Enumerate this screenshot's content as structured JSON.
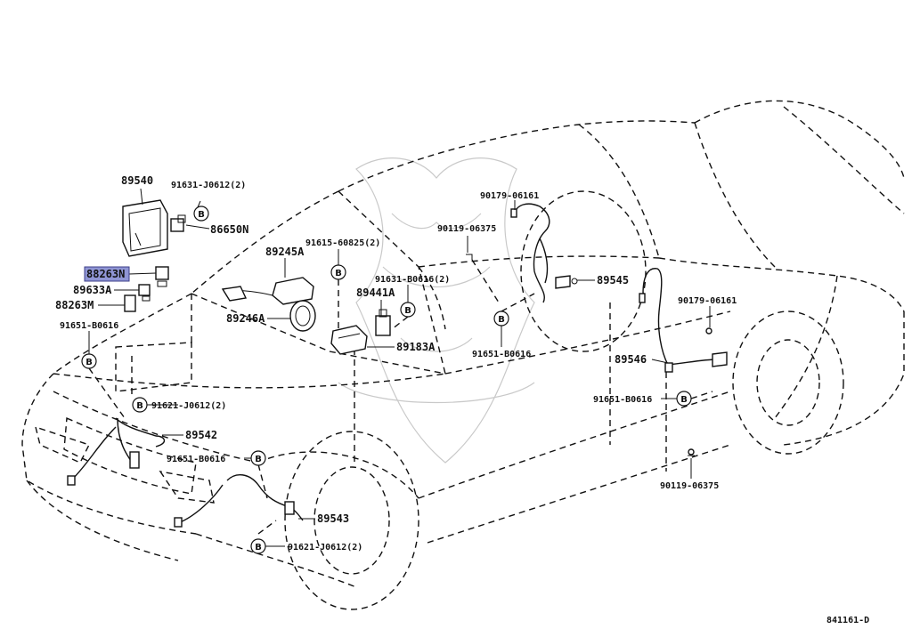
{
  "diagram": {
    "code": "841161-D",
    "highlight_color": "#8f95d4",
    "labels": [
      {
        "key": "l_89540",
        "text": "89540"
      },
      {
        "key": "l_91631_j",
        "text": "91631-J0612(2)"
      },
      {
        "key": "l_86650n",
        "text": "86650N"
      },
      {
        "key": "l_88263n",
        "text": "88263N"
      },
      {
        "key": "l_89633a",
        "text": "89633A"
      },
      {
        "key": "l_88263m",
        "text": "88263M"
      },
      {
        "key": "l_91651_a",
        "text": "91651-B0616"
      },
      {
        "key": "l_91621_a",
        "text": "91621-J0612(2)"
      },
      {
        "key": "l_89542",
        "text": "89542"
      },
      {
        "key": "l_91651_b",
        "text": "91651-B0616"
      },
      {
        "key": "l_89543",
        "text": "89543"
      },
      {
        "key": "l_91621_b",
        "text": "91621-J0612(2)"
      },
      {
        "key": "l_91615",
        "text": "91615-60825(2)"
      },
      {
        "key": "l_89245a",
        "text": "89245A"
      },
      {
        "key": "l_89246a",
        "text": "89246A"
      },
      {
        "key": "l_91631_b",
        "text": "91631-B0616(2)"
      },
      {
        "key": "l_89441a",
        "text": "89441A"
      },
      {
        "key": "l_89183a",
        "text": "89183A"
      },
      {
        "key": "l_90179_a",
        "text": "90179-06161"
      },
      {
        "key": "l_90119_a",
        "text": "90119-06375"
      },
      {
        "key": "l_89545",
        "text": "89545"
      },
      {
        "key": "l_91651_c",
        "text": "91651-B0616"
      },
      {
        "key": "l_90179_b",
        "text": "90179-06161"
      },
      {
        "key": "l_89546",
        "text": "89546"
      },
      {
        "key": "l_91651_d",
        "text": "91651-B0616"
      },
      {
        "key": "l_90119_b",
        "text": "90119-06375"
      }
    ],
    "bolt_marker": "B"
  }
}
